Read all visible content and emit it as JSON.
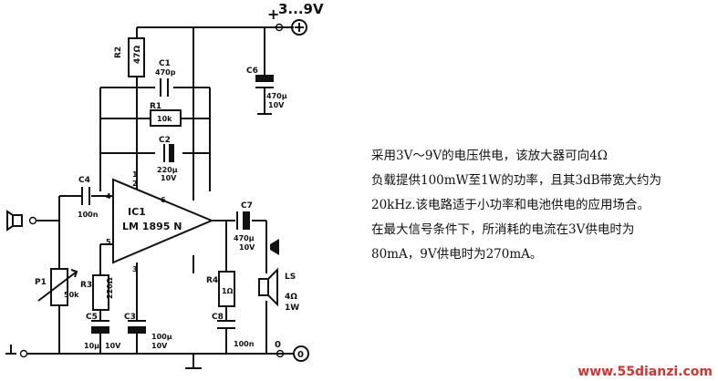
{
  "supply": {
    "label": "3...9V",
    "plus": "+"
  },
  "ground": {
    "label": "0"
  },
  "ic": {
    "name": "IC1",
    "part": "LM 1895 N",
    "pins": [
      "1",
      "2",
      "3",
      "4",
      "5",
      "6"
    ]
  },
  "components": {
    "R1": {
      "ref": "R1",
      "value": "10k"
    },
    "R2": {
      "ref": "R2",
      "value": "47Ω"
    },
    "R3": {
      "ref": "R3",
      "value": "220Ω"
    },
    "R4": {
      "ref": "R4",
      "value": "1Ω"
    },
    "P1": {
      "ref": "P1",
      "value": "50k"
    },
    "C1": {
      "ref": "C1",
      "value": "470p"
    },
    "C2": {
      "ref": "C2",
      "value": "220μ",
      "voltage": "10V"
    },
    "C3": {
      "ref": "C3",
      "value": "100μ",
      "voltage": "10V"
    },
    "C4": {
      "ref": "C4",
      "value": "100n"
    },
    "C5": {
      "ref": "C5",
      "value": "10μ",
      "voltage": "10V"
    },
    "C6": {
      "ref": "C6",
      "value": "470μ",
      "voltage": "10V"
    },
    "C7": {
      "ref": "C7",
      "value": "470μ",
      "voltage": "10V"
    },
    "C8": {
      "ref": "C8",
      "value": "100n"
    },
    "LS": {
      "ref": "LS",
      "value": "4Ω",
      "power": "1W"
    }
  },
  "description": [
    "采用3V～9V的电压供电，该放大器可向4Ω",
    "负载提供100mW至1W的功率，且其3dB带宽大约为",
    "20kHz.该电路适于小功率和电池供电的应用场合。",
    "在最大信号条件下，所消耗的电流在3V供电时为",
    "80mA，9V供电时为270mA。"
  ],
  "watermark": "www.55dianzi.com"
}
